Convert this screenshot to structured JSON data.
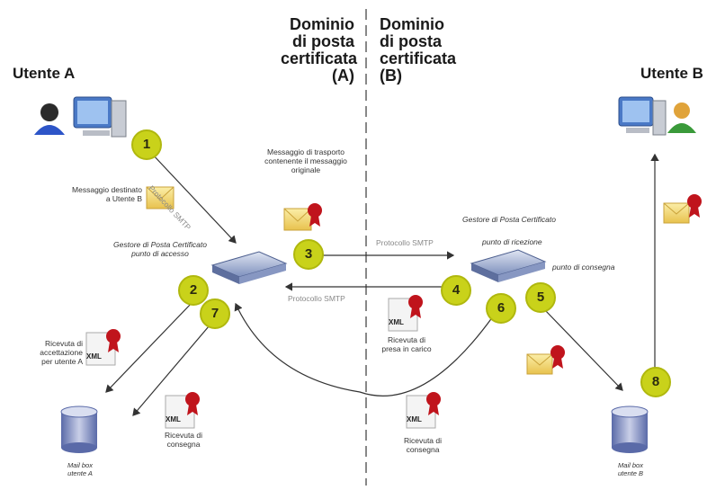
{
  "actors": {
    "user_a": "Utente A",
    "user_b": "Utente B"
  },
  "domains": {
    "a": [
      "Dominio",
      "di posta",
      "certificata",
      "(A)"
    ],
    "b": [
      "Dominio",
      "di posta",
      "certificata",
      "(B)"
    ]
  },
  "labels": {
    "msg_to_b": [
      "Messaggio destinato",
      "a Utente B"
    ],
    "transport_msg": [
      "Messaggio di trasporto",
      "contenente il messaggio",
      "originale"
    ],
    "gestore_a": [
      "Gestore di Posta Certificato",
      "punto di accesso"
    ],
    "gestore_b": "Gestore di Posta Certificato",
    "punto_ricezione": "punto di ricezione",
    "punto_consegna": "punto di consegna",
    "ricevuta_accettazione": [
      "Ricevuta di",
      "accettazione",
      "per utente A"
    ],
    "ricevuta_consegna_a": [
      "Ricevuta di",
      "consegna"
    ],
    "ricevuta_presa": [
      "Ricevuta di",
      "presa in carico"
    ],
    "ricevuta_consegna_b": [
      "Ricevuta di",
      "consegna"
    ],
    "mailbox_a": [
      "Mail box",
      "utente A"
    ],
    "mailbox_b": [
      "Mail box",
      "utente B"
    ],
    "xml": "XML"
  },
  "protocols": {
    "p1": "Protocollo SMTP",
    "p3": "Protocollo SMTP",
    "p4": "Protocollo SMTP"
  },
  "steps": [
    "1",
    "2",
    "3",
    "4",
    "5",
    "6",
    "7",
    "8"
  ],
  "colors": {
    "badge": "#c9d21a",
    "arrow": "#333333",
    "divider": "#888888",
    "seal": "#c0141c",
    "envelope": "#f2d46b",
    "server": "#6f86b8"
  }
}
